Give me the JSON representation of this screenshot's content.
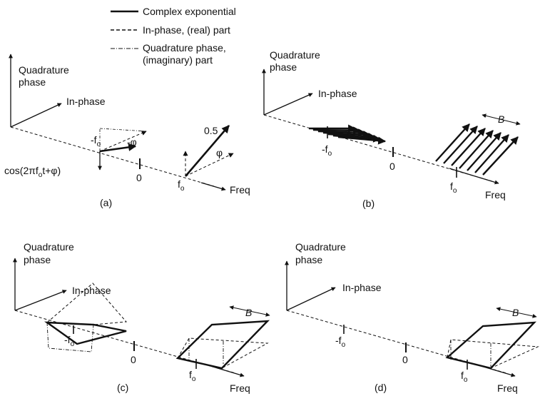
{
  "legend": {
    "solid": "Complex exponential",
    "dashed": "In-phase, (real) part",
    "dotted_line1": "Quadrature phase,",
    "dotted_line2": "(imaginary) part"
  },
  "panels": {
    "a": {
      "caption": "(a)",
      "quad_line1": "Quadrature",
      "quad_line2": "phase",
      "inphase": "In-phase",
      "freq": "Freq",
      "zero": "0",
      "neg_f": "-f",
      "pos_f": "f",
      "sub": "o",
      "amp": "0.5",
      "phi": "φ",
      "neg_phi": "-φ",
      "expr_pre": "cos(2",
      "expr_pi": "π",
      "expr_f": "f",
      "expr_sub": "o",
      "expr_post": "t+φ)"
    },
    "b": {
      "caption": "(b)",
      "quad_line1": "Quadrature",
      "quad_line2": "phase",
      "inphase": "In-phase",
      "freq": "Freq",
      "zero": "0",
      "neg_f": "-f",
      "pos_f": "f",
      "sub": "o",
      "bandwidth": "B"
    },
    "c": {
      "caption": "(c)",
      "quad_line1": "Quadrature",
      "quad_line2": "phase",
      "inphase": "In-phase",
      "freq": "Freq",
      "zero": "0",
      "neg_f": "-f",
      "pos_f": "f",
      "sub": "o",
      "bandwidth": "B"
    },
    "d": {
      "caption": "(d)",
      "quad_line1": "Quadrature",
      "quad_line2": "phase",
      "inphase": "In-phase",
      "freq": "Freq",
      "zero": "0",
      "neg_f": "-f",
      "pos_f": "f",
      "sub": "o",
      "bandwidth": "B"
    }
  }
}
